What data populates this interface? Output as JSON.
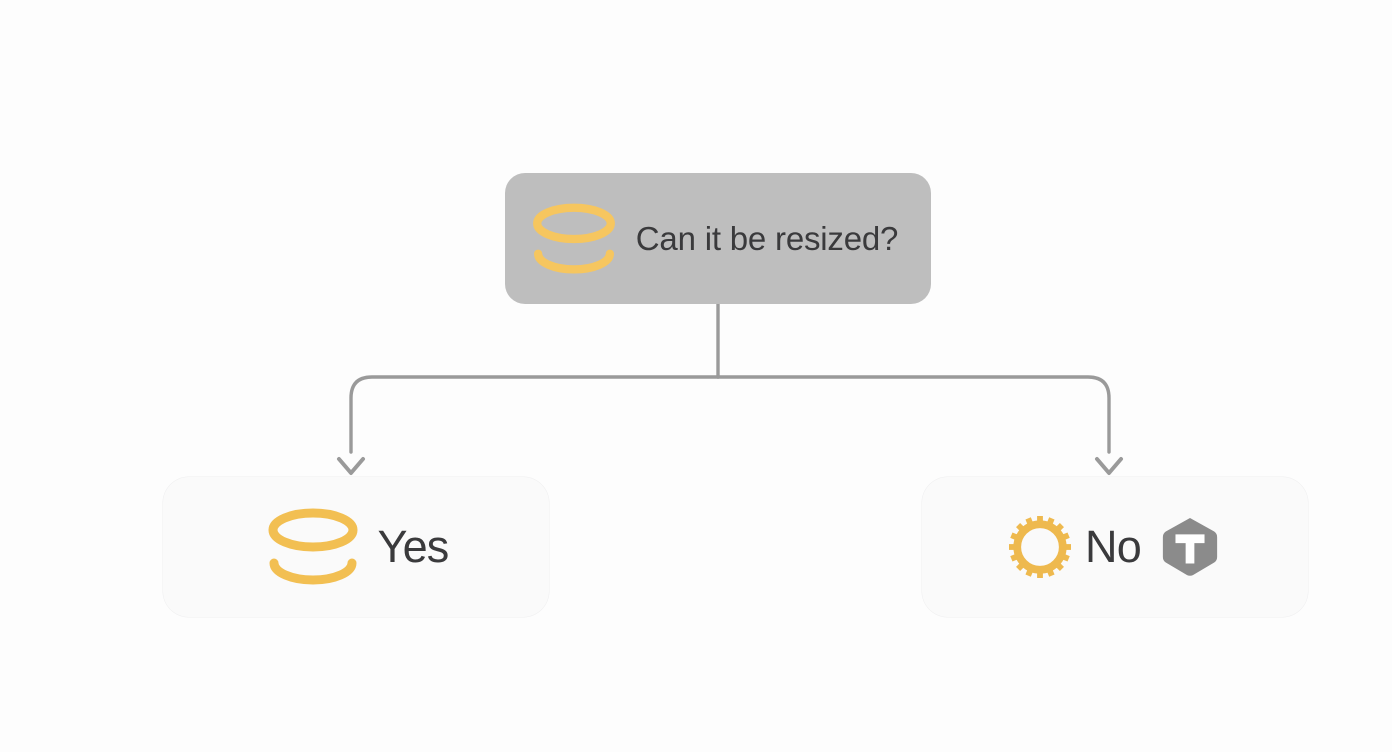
{
  "diagram": {
    "type": "flowchart",
    "background_color": "#fdfdfd",
    "edge_color": "#9a9a9a",
    "accent_color": "#f2bf52",
    "nodes": [
      {
        "id": "root",
        "label": "Can it be resized?",
        "role": "decision",
        "background_color": "#bebebe",
        "text_color": "#3a3a3c",
        "icons": [
          "spool-icon"
        ]
      },
      {
        "id": "yes",
        "label": "Yes",
        "role": "outcome",
        "background_color": "#fafafa",
        "text_color": "#3a3a3c",
        "icons": [
          "spool-icon"
        ]
      },
      {
        "id": "no",
        "label": "No",
        "role": "outcome",
        "background_color": "#fafafa",
        "text_color": "#3a3a3c",
        "icons": [
          "gear-icon",
          "cube-t-icon"
        ]
      }
    ],
    "edges": [
      {
        "from": "root",
        "to": "yes",
        "style": "elbow",
        "arrowhead": "chevron"
      },
      {
        "from": "root",
        "to": "no",
        "style": "elbow",
        "arrowhead": "chevron"
      }
    ]
  }
}
